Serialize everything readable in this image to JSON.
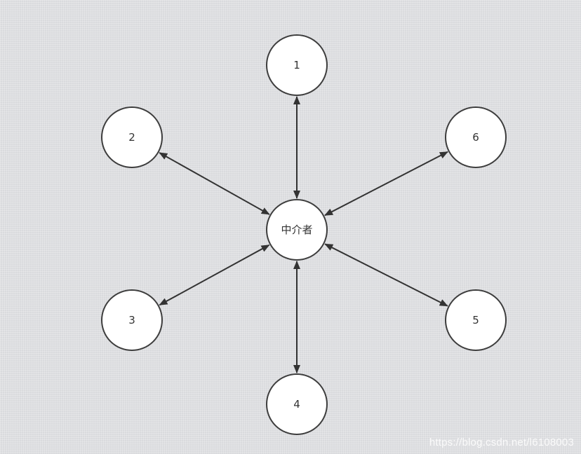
{
  "diagram": {
    "center": {
      "id": "center",
      "label": "中介者"
    },
    "nodes": [
      {
        "id": "n1",
        "label": "1"
      },
      {
        "id": "n2",
        "label": "2"
      },
      {
        "id": "n3",
        "label": "3"
      },
      {
        "id": "n4",
        "label": "4"
      },
      {
        "id": "n5",
        "label": "5"
      },
      {
        "id": "n6",
        "label": "6"
      }
    ],
    "edges": [
      {
        "from": "center",
        "to": "n1",
        "bidirectional": true
      },
      {
        "from": "center",
        "to": "n2",
        "bidirectional": true
      },
      {
        "from": "center",
        "to": "n3",
        "bidirectional": true
      },
      {
        "from": "center",
        "to": "n4",
        "bidirectional": true
      },
      {
        "from": "center",
        "to": "n5",
        "bidirectional": true
      },
      {
        "from": "center",
        "to": "n6",
        "bidirectional": true
      }
    ],
    "colors": {
      "background": "#d9dadd",
      "node_fill": "#ffffff",
      "stroke": "#3d3d3d"
    }
  },
  "watermark": "https://blog.csdn.net/l6108003"
}
